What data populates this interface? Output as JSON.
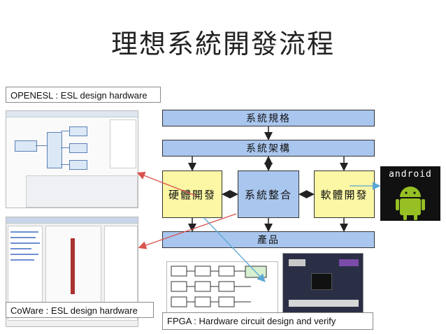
{
  "title": "理想系統開發流程",
  "callouts": {
    "openesl": "OPENESL : ESL design hardware",
    "coware": "CoWare : ESL design hardware",
    "fpga": "FPGA : Hardware circuit design and verify"
  },
  "flow": {
    "spec": "系統規格",
    "arch": "系統架構",
    "hw": "硬體開發",
    "integrate": "系統整合",
    "sw": "軟體開發",
    "product": "產品"
  },
  "android_logo": "android",
  "colors": {
    "blue_box": "#a9c6ee",
    "yellow_box": "#fbf7a4",
    "arrow_red": "#d9534f",
    "arrow_blue": "#5aa7d6"
  }
}
